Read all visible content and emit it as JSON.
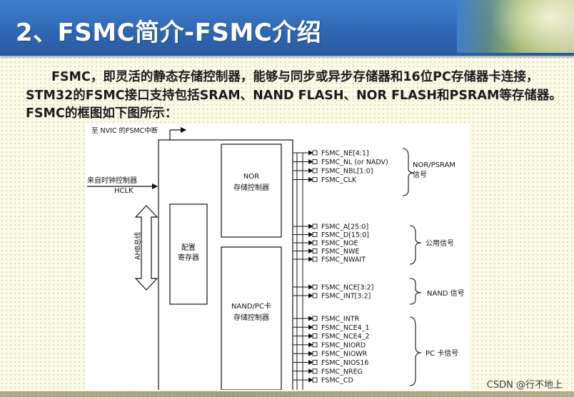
{
  "slide": {
    "title": "2、FSMC简介-FSMC介绍",
    "intro": "FSMC，即灵活的静态存储控制器，能够与同步或异步存储器和16位PC存储器卡连接，STM32的FSMC接口支持包括SRAM、NAND FLASH、NOR FLASH和PSRAM等存储器。FSMC的框图如下图所示：",
    "watermark": "CSDN @行不地上"
  },
  "diagram": {
    "nvic_label": "至 NVIC 的FSMC中断",
    "clock_label": "来自时钟控制器",
    "hclk_label": "HCLK",
    "ahb_label": "AHB总线",
    "config_label": [
      "配置",
      "寄存器"
    ],
    "nor_label": [
      "NOR",
      "存储控制器"
    ],
    "nand_label": [
      "NAND/PC卡",
      "存储控制器"
    ],
    "nor_signals": [
      "FSMC_NE[4:1]",
      "FSMC_NL (or NADV)",
      "FSMC_NBL[1:0]",
      "FSMC_CLK"
    ],
    "nor_group": [
      "NOR/PSRAM",
      "信号"
    ],
    "common_signals": [
      "FSMC_A[25:0]",
      "FSMC_D[15:0]",
      "FSMC_NOE",
      "FSMC_NWE",
      "FSMC_NWAIT"
    ],
    "common_group": "公用信号",
    "nand_signals": [
      "FSMC_NCE[3:2]",
      "FSMC_INT[3:2]"
    ],
    "nand_group": "NAND 信号",
    "pc_signals": [
      "FSMC_INTR",
      "FSMC_NCE4_1",
      "FSMC_NCE4_2",
      "FSMC_NIORD",
      "FSMC_NIOWR",
      "FSMC_NIOS16",
      "FSMC_NREG",
      "FSMC_CD"
    ],
    "pc_group": "PC 卡信号"
  }
}
